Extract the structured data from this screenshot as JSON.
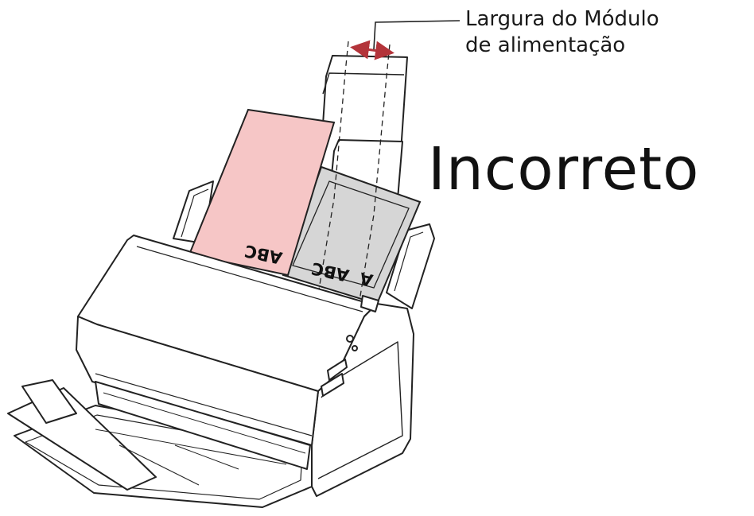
{
  "callout": {
    "line1": "Largura do Módulo",
    "line2": "de alimentação"
  },
  "status_label": "Incorreto",
  "documents": {
    "front_label": "ABC",
    "back_label": "ABC",
    "partial_label": "A"
  },
  "colors": {
    "front_document": "#f6c6c6",
    "back_document": "#d6d6d6",
    "width_arrow": "#b3343a",
    "outline": "#222222"
  }
}
